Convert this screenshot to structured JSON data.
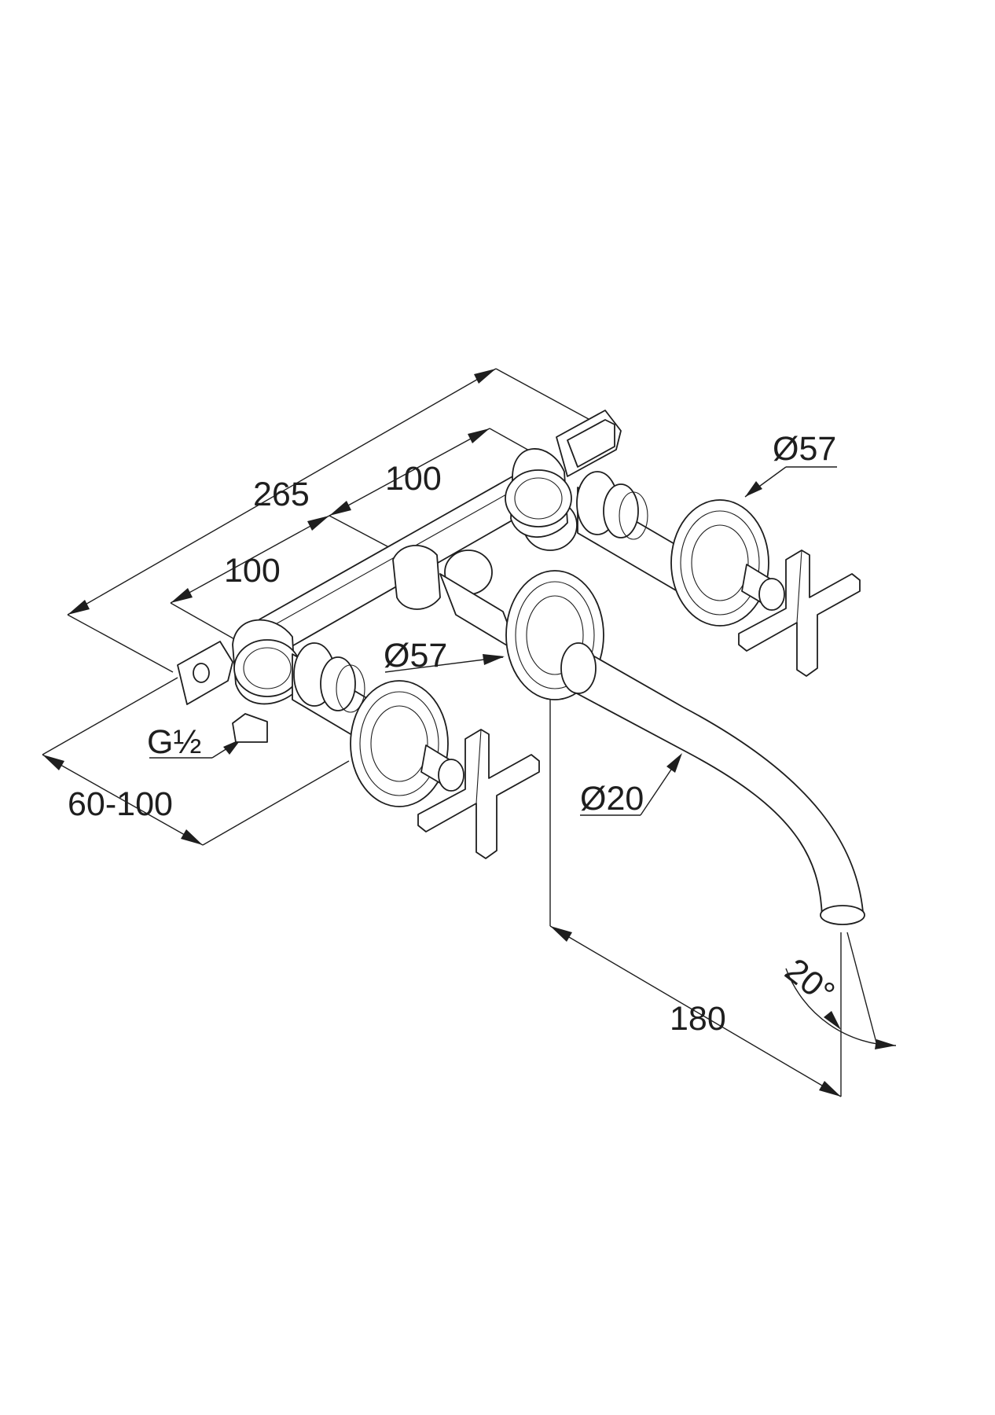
{
  "dimensions": {
    "overall_width": "265",
    "center_spacing_right": "100",
    "center_spacing_left": "100",
    "rosette_right": "Ø57",
    "rosette_spout": "Ø57",
    "connection": "G½",
    "wall_depth": "60-100",
    "spout_dia": "Ø20",
    "spout_reach": "180",
    "spout_angle": "20°"
  }
}
